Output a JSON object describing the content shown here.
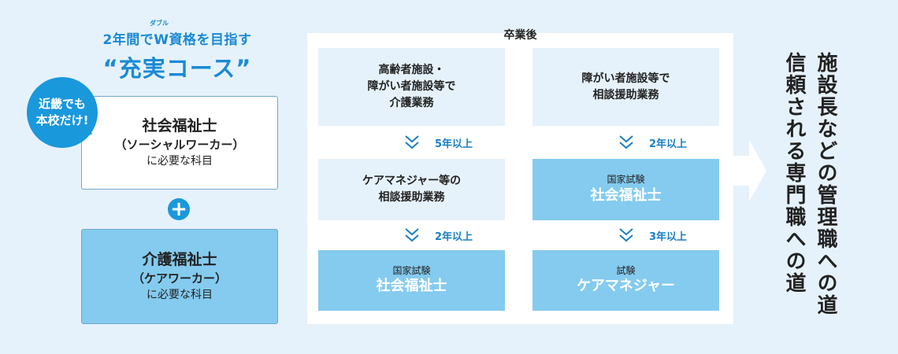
{
  "header": {
    "subtitle": "2年間でW資格を目指す",
    "ruby": "ダブル",
    "course_title": "“充実コース”"
  },
  "badge": {
    "line1": "近畿でも",
    "line2": "本校だけ!"
  },
  "qualification_1": {
    "name": "社会福祉士",
    "reading": "（ソーシャルワーカー）",
    "note": "に必要な科目"
  },
  "plus": "+",
  "qualification_2": {
    "name": "介護福祉士",
    "reading": "（ケアワーカー）",
    "note": "に必要な科目"
  },
  "flow": {
    "label": "卒業後",
    "left": [
      {
        "lines": [
          "高齢者施設・",
          "障がい者施設等で",
          "介護業務"
        ]
      },
      {
        "connector": "5年以上"
      },
      {
        "lines": [
          "ケアマネジャー等の",
          "相談援助業務"
        ]
      },
      {
        "connector": "2年以上"
      },
      {
        "category": "国家試験",
        "title": "社会福祉士"
      }
    ],
    "right": [
      {
        "lines": [
          "障がい者施設等で",
          "相談援助業務"
        ]
      },
      {
        "connector": "2年以上"
      },
      {
        "category": "国家試験",
        "title": "社会福祉士"
      },
      {
        "connector": "3年以上"
      },
      {
        "category": "試験",
        "title": "ケアマネジャー"
      }
    ]
  },
  "goal": {
    "line1": "施設長などの管理職への道",
    "line2": "信頼される専門職への道"
  },
  "colors": {
    "accent": "#1a98dc",
    "light_bg": "#e6f2fb",
    "card_blue": "#84cbef"
  }
}
